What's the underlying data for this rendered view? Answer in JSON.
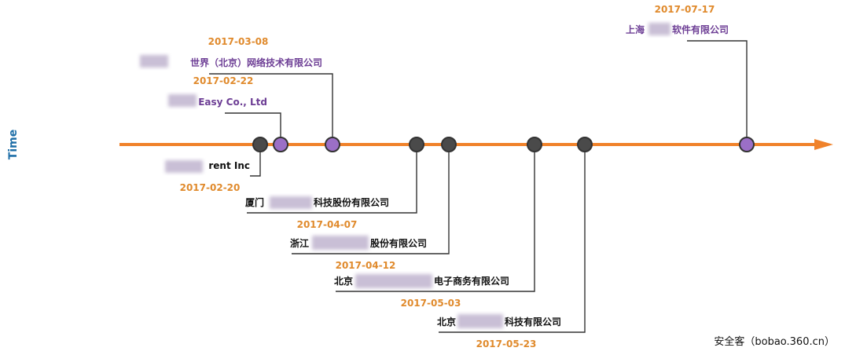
{
  "axis": {
    "title": "Time"
  },
  "credit": "安全客（bobao.360.cn）",
  "colors": {
    "axis_line": "#f0822a",
    "date_text": "#e08a2c",
    "org_above": "#6d3e95",
    "org_below": "#111111",
    "purple_node": "#9b6fc6",
    "dark_node": "#4a4a4a",
    "axis_title": "#1f6fa8",
    "redaction": "#c9bfd6"
  },
  "events": [
    {
      "date": "2017-02-20",
      "org": "rent Inc",
      "side": "below",
      "kind": "dark"
    },
    {
      "date": "2017-02-22",
      "org": "Easy Co., Ltd",
      "side": "above",
      "kind": "purple"
    },
    {
      "date": "2017-03-08",
      "org": "世界（北京）网络技术有限公司",
      "side": "above",
      "kind": "purple"
    },
    {
      "date": "2017-04-07",
      "org": "厦门科技股份有限公司",
      "side": "below",
      "kind": "dark"
    },
    {
      "date": "2017-04-12",
      "org": "浙江股份有限公司",
      "side": "below",
      "kind": "dark"
    },
    {
      "date": "2017-05-03",
      "org": "北京电子商务有限公司",
      "side": "below",
      "kind": "dark"
    },
    {
      "date": "2017-05-23",
      "org": "北京科技有限公司",
      "side": "below",
      "kind": "dark"
    },
    {
      "date": "2017-07-17",
      "org": "上海软件有限公司",
      "side": "above",
      "kind": "purple"
    }
  ]
}
